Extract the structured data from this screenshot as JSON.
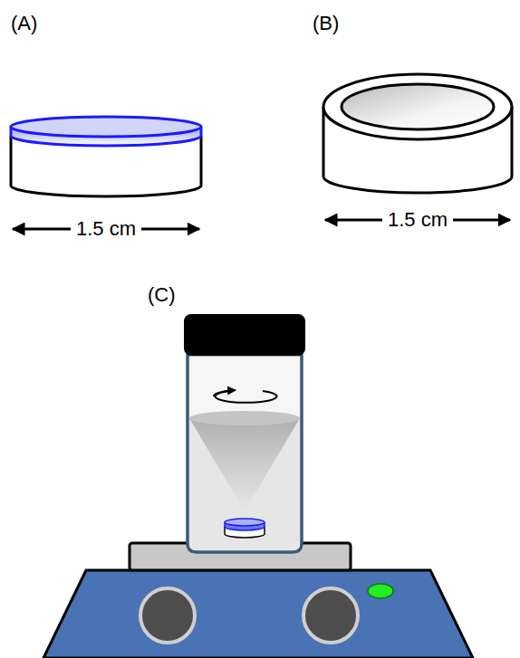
{
  "diagram": {
    "labels": [
      "(A)",
      "(B)",
      "1.5 cm",
      "1.5 cm",
      "(C)"
    ]
  }
}
